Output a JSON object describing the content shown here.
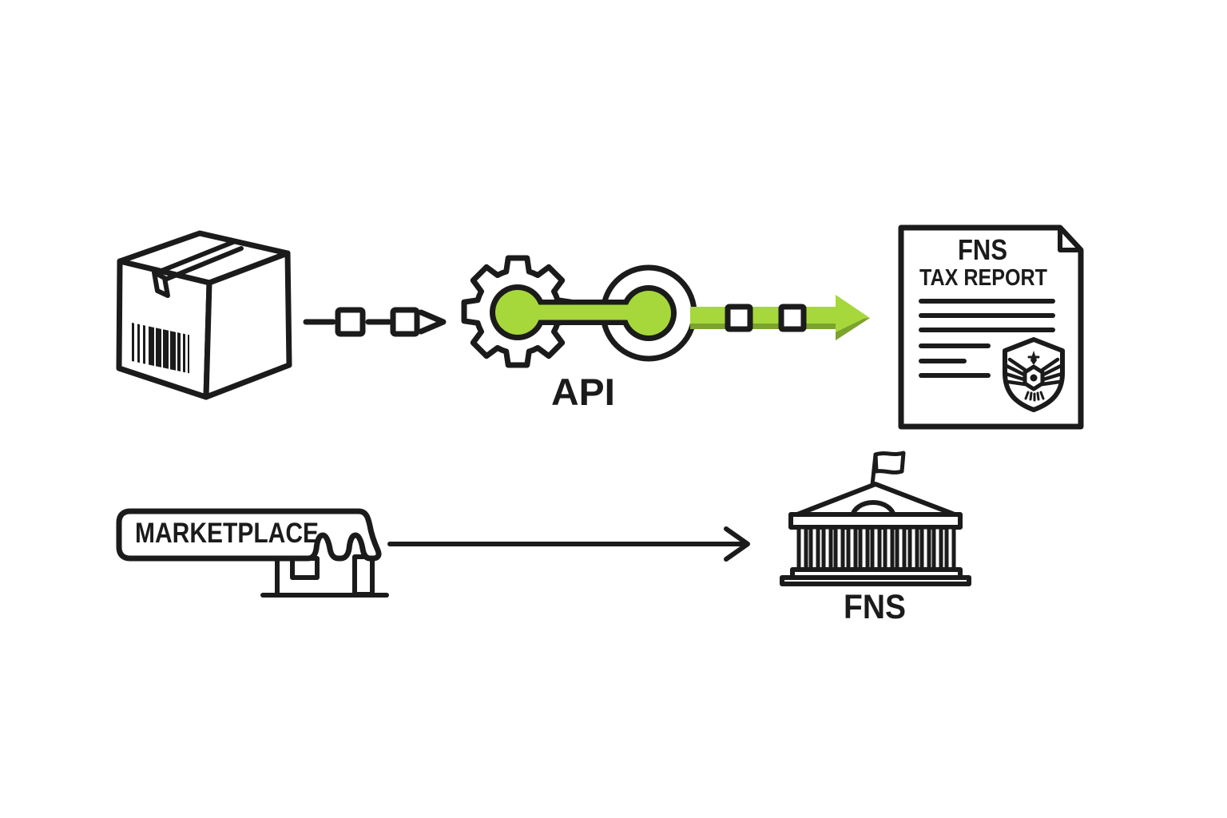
{
  "diagram": {
    "background": "#ffffff",
    "colors": {
      "ink": "#1b1b1b",
      "green": "#a6d83b",
      "green_dark": "#7ba32e"
    },
    "icons": {
      "package": "package-box-with-barcode-icon",
      "api": "gear-link-connector-icon",
      "report": "tax-report-document-with-shield-icon",
      "marketplace": "storefront-awning-icon",
      "fns": "government-building-with-flag-icon",
      "flow": "green-arrow-with-data-squares"
    },
    "top_flow": {
      "api": {
        "label": "API"
      },
      "report": {
        "title": "FNS",
        "subtitle": "TAX REPORT"
      }
    },
    "bottom_flow": {
      "marketplace": {
        "label": "MARKETPLACE"
      },
      "fns": {
        "label": "FNS"
      }
    }
  }
}
